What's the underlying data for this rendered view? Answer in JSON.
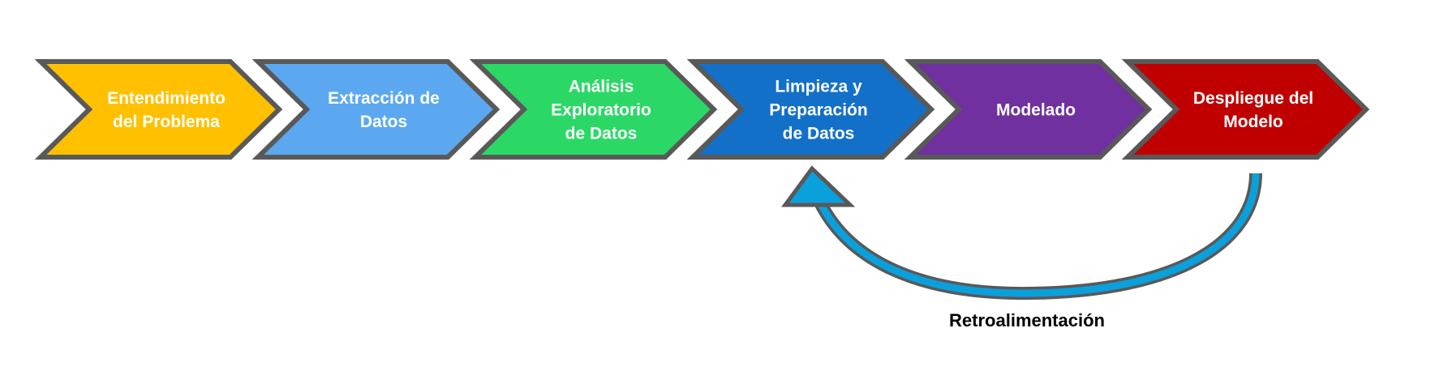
{
  "process": {
    "steps": [
      {
        "label": "Entendimiento\ndel Problema",
        "color": "#FFC000"
      },
      {
        "label": "Extracción de\nDatos",
        "color": "#5BA8F0"
      },
      {
        "label": "Análisis\nExploratorio\nde Datos",
        "color": "#2BD866"
      },
      {
        "label": "Limpieza y\nPreparación\nde Datos",
        "color": "#1370C8"
      },
      {
        "label": "Modelado",
        "color": "#7030A0"
      },
      {
        "label": "Despliegue del\nModelo",
        "color": "#C00000"
      }
    ],
    "outline_color": "#595959"
  },
  "feedback": {
    "label": "Retroalimentación",
    "arrow_color": "#0AA0DC",
    "from_step": "Despliegue del\nModelo",
    "to_step": "Limpieza y\nPreparación\nde Datos"
  }
}
